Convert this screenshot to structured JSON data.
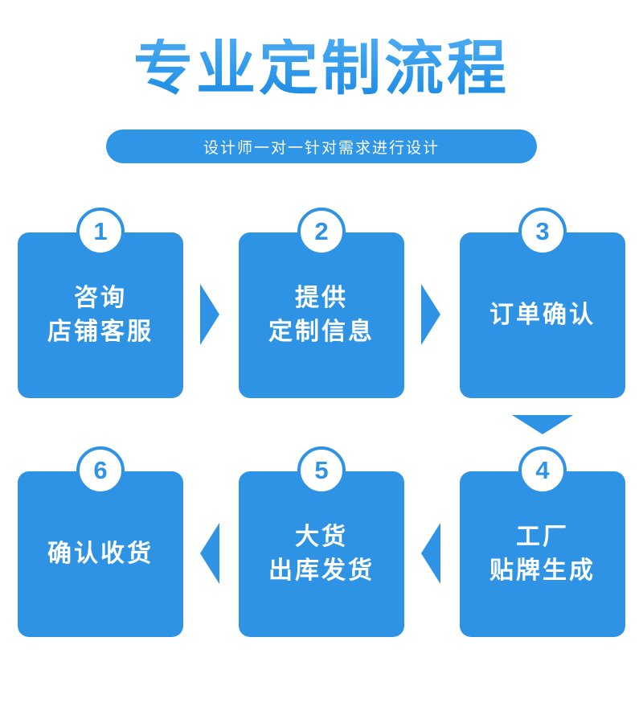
{
  "title": "专业定制流程",
  "subtitle": "设计师一对一针对需求进行设计",
  "steps": [
    {
      "number": "1",
      "lines": [
        "咨询",
        "店铺客服"
      ]
    },
    {
      "number": "2",
      "lines": [
        "提供",
        "定制信息"
      ]
    },
    {
      "number": "3",
      "lines": [
        "订单确认"
      ]
    },
    {
      "number": "4",
      "lines": [
        "工厂",
        "贴牌生成"
      ]
    },
    {
      "number": "5",
      "lines": [
        "大货",
        "出库发货"
      ]
    },
    {
      "number": "6",
      "lines": [
        "确认收货"
      ]
    }
  ],
  "colors": {
    "accent": "#2e93e5",
    "title_gradient_top": "#4aaaf2",
    "title_gradient_bottom": "#1c8ce4",
    "background": "#ffffff"
  }
}
